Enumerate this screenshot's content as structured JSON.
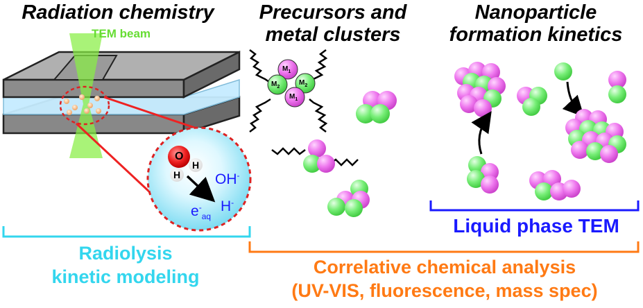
{
  "headers": {
    "radiation": "Radiation chemistry",
    "precursors_line1": "Precursors and",
    "precursors_line2": "metal clusters",
    "nanoparticle_line1": "Nanoparticle",
    "nanoparticle_line2": "formation kinetics"
  },
  "beam_label": "TEM beam",
  "inset": {
    "oxygen": "O",
    "hydrogen": "H",
    "hydroxyl": "OH",
    "hydroxyl_charge": "-",
    "hydrogen_radical": "H",
    "hydrogen_charge": "-",
    "electron": "e",
    "electron_sub": "aq",
    "electron_charge": "-"
  },
  "metal_labels": {
    "m1": "M",
    "m1_sub": "1",
    "m2": "M",
    "m2_sub": "2"
  },
  "brackets": {
    "liquid_tem": "Liquid phase TEM",
    "radiolysis_line1": "Radiolysis",
    "radiolysis_line2": "kinetic modeling",
    "correlative_line1": "Correlative chemical analysis",
    "correlative_line2": "(UV-VIS, fluorescence, mass spec)"
  },
  "colors": {
    "pink": "#ee77ee",
    "green": "#77ee77",
    "beam": "#88ee44",
    "water": "#bfefff",
    "red": "#ee2222",
    "blue": "#1a1aff",
    "cyan": "#33d6ee",
    "orange": "#ff7a14"
  }
}
